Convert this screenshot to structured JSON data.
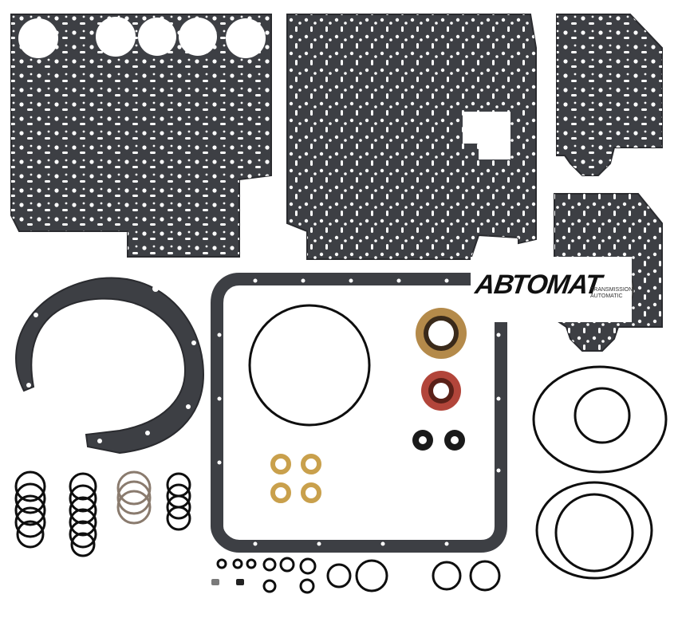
{
  "logo": {
    "main_text": "АВТОМАТ",
    "sub_text_1": "TRANSMISSION",
    "sub_text_2": "AUTOMATIC"
  },
  "colors": {
    "gasket": "#3d3f44",
    "gasket_edge": "#2a2b2f",
    "hole": "#ffffff",
    "oring": "#0e0e0e",
    "seal_tan": "#b48a4a",
    "seal_red": "#b2453a",
    "sealing_washer": "#c9a04c"
  }
}
